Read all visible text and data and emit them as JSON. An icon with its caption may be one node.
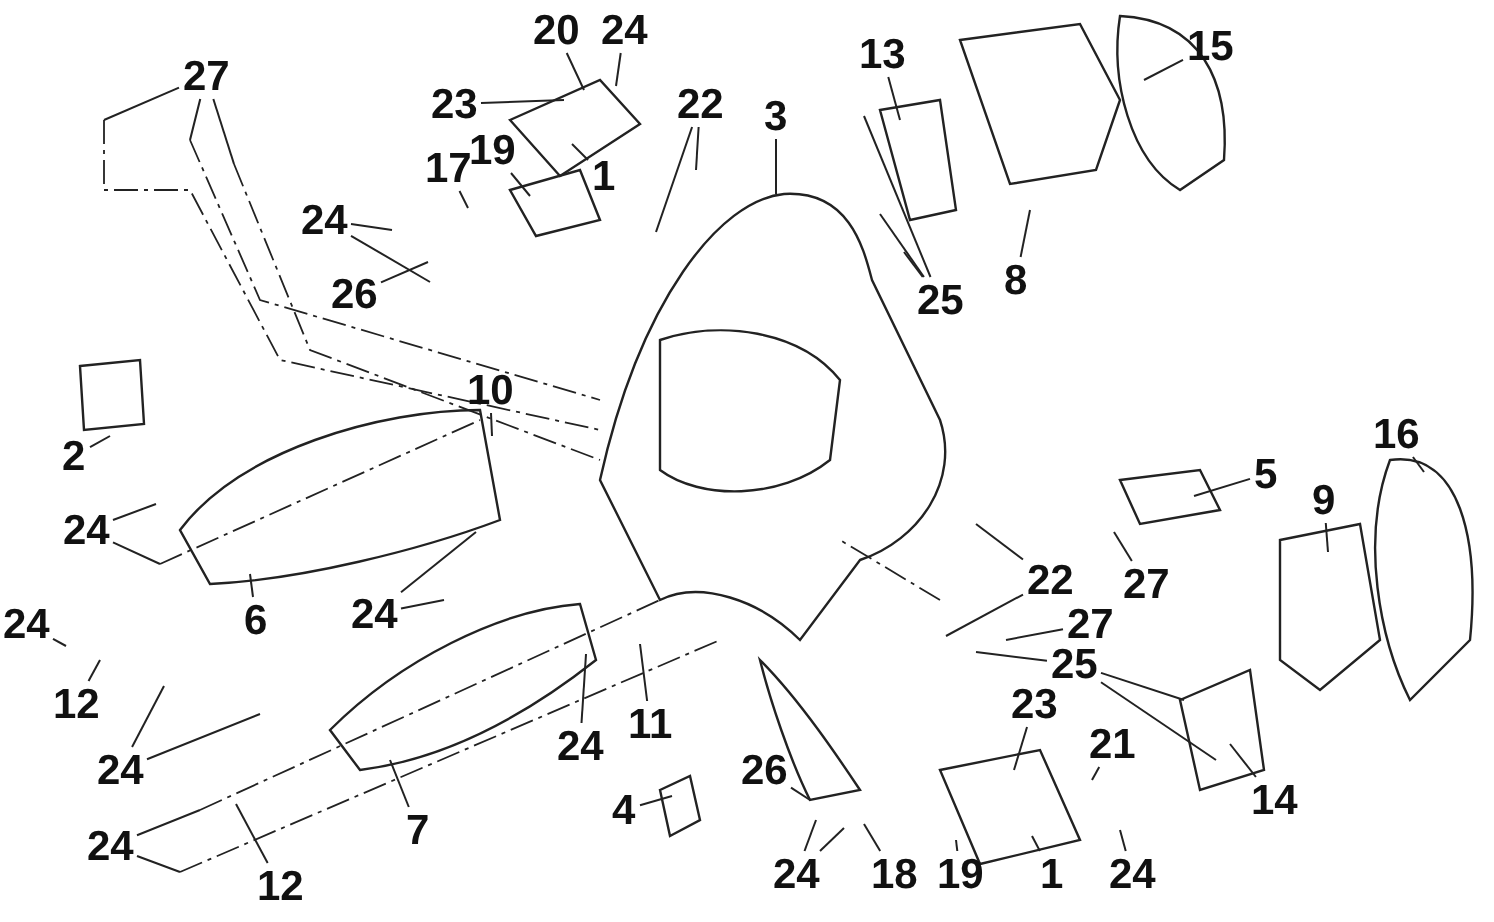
{
  "diagram": {
    "nodes": [
      {
        "text": [
          "20"
        ]
      },
      {
        "text": [
          "24"
        ]
      },
      {
        "text": [
          "27"
        ]
      },
      {
        "text": [
          "22"
        ]
      },
      {
        "text": [
          "23"
        ]
      },
      {
        "text": [
          "3"
        ]
      },
      {
        "text": [
          "13"
        ]
      },
      {
        "text": [
          "15"
        ]
      },
      {
        "text": [
          "19"
        ]
      },
      {
        "text": [
          "1"
        ]
      },
      {
        "text": [
          "17"
        ]
      },
      {
        "text": [
          "24"
        ]
      },
      {
        "text": [
          "26"
        ]
      },
      {
        "text": [
          "8"
        ]
      },
      {
        "text": [
          "25"
        ]
      },
      {
        "text": [
          "10"
        ]
      },
      {
        "text": [
          "2"
        ]
      },
      {
        "text": [
          "16"
        ]
      },
      {
        "text": [
          "5"
        ]
      },
      {
        "text": [
          "9"
        ]
      },
      {
        "text": [
          "24"
        ]
      },
      {
        "text": [
          "24"
        ]
      },
      {
        "text": [
          "6"
        ]
      },
      {
        "text": [
          "22"
        ]
      },
      {
        "text": [
          "27"
        ]
      },
      {
        "text": [
          "24"
        ]
      },
      {
        "text": [
          "27"
        ]
      },
      {
        "text": [
          "25"
        ]
      },
      {
        "text": [
          "12"
        ]
      },
      {
        "text": [
          "11"
        ]
      },
      {
        "text": [
          "23"
        ]
      },
      {
        "text": [
          "24"
        ]
      },
      {
        "text": [
          "21"
        ]
      },
      {
        "text": [
          "26"
        ]
      },
      {
        "text": [
          "24"
        ]
      },
      {
        "text": [
          "14"
        ]
      },
      {
        "text": [
          "4"
        ]
      },
      {
        "text": [
          "7"
        ]
      },
      {
        "text": [
          "24"
        ]
      },
      {
        "text": [
          "24"
        ]
      },
      {
        "text": [
          "18"
        ]
      },
      {
        "text": [
          "19"
        ]
      },
      {
        "text": [
          "1"
        ]
      },
      {
        "text": [
          "24"
        ]
      },
      {
        "text": [
          "12"
        ]
      }
    ],
    "edges": [
      {
        "from": 0,
        "to": null,
        "arrow": "none"
      },
      {
        "from": 1,
        "to": null,
        "arrow": "none"
      },
      {
        "from": 2,
        "to": null,
        "arrow": "none"
      },
      {
        "from": 2,
        "to": null,
        "arrow": "none"
      },
      {
        "from": 2,
        "to": null,
        "arrow": "none"
      },
      {
        "from": 3,
        "to": null,
        "arrow": "none"
      },
      {
        "from": 3,
        "to": null,
        "arrow": "none"
      },
      {
        "from": 4,
        "to": null,
        "arrow": "none"
      },
      {
        "from": 5,
        "to": null,
        "arrow": "none"
      },
      {
        "from": 6,
        "to": null,
        "arrow": "none"
      },
      {
        "from": 7,
        "to": null,
        "arrow": "none"
      },
      {
        "from": 8,
        "to": null,
        "arrow": "none"
      },
      {
        "from": 9,
        "to": null,
        "arrow": "none"
      },
      {
        "from": 10,
        "to": null,
        "arrow": "none"
      },
      {
        "from": 11,
        "to": null,
        "arrow": "none"
      },
      {
        "from": 11,
        "to": null,
        "arrow": "none"
      },
      {
        "from": 12,
        "to": null,
        "arrow": "none"
      },
      {
        "from": 13,
        "to": null,
        "arrow": "none"
      },
      {
        "from": 14,
        "to": null,
        "arrow": "none"
      },
      {
        "from": 14,
        "to": null,
        "arrow": "none"
      },
      {
        "from": 14,
        "to": null,
        "arrow": "none"
      },
      {
        "from": 15,
        "to": null,
        "arrow": "none"
      },
      {
        "from": 16,
        "to": null,
        "arrow": "none"
      },
      {
        "from": 17,
        "to": null,
        "arrow": "none"
      },
      {
        "from": 18,
        "to": null,
        "arrow": "none"
      },
      {
        "from": 19,
        "to": null,
        "arrow": "none"
      },
      {
        "from": 20,
        "to": null,
        "arrow": "none"
      },
      {
        "from": 20,
        "to": null,
        "arrow": "none"
      },
      {
        "from": 21,
        "to": null,
        "arrow": "none"
      },
      {
        "from": 21,
        "to": null,
        "arrow": "none"
      },
      {
        "from": 22,
        "to": null,
        "arrow": "none"
      },
      {
        "from": 23,
        "to": null,
        "arrow": "none"
      },
      {
        "from": 23,
        "to": null,
        "arrow": "none"
      },
      {
        "from": 24,
        "to": null,
        "arrow": "none"
      },
      {
        "from": 25,
        "to": null,
        "arrow": "none"
      },
      {
        "from": 26,
        "to": null,
        "arrow": "none"
      },
      {
        "from": 27,
        "to": null,
        "arrow": "none"
      },
      {
        "from": 27,
        "to": null,
        "arrow": "none"
      },
      {
        "from": 27,
        "to": null,
        "arrow": "none"
      },
      {
        "from": 28,
        "to": null,
        "arrow": "none"
      },
      {
        "from": 29,
        "to": null,
        "arrow": "none"
      },
      {
        "from": 30,
        "to": null,
        "arrow": "none"
      },
      {
        "from": 31,
        "to": null,
        "arrow": "none"
      },
      {
        "from": 32,
        "to": null,
        "arrow": "none"
      },
      {
        "from": 33,
        "to": null,
        "arrow": "none"
      },
      {
        "from": 34,
        "to": null,
        "arrow": "none"
      },
      {
        "from": 34,
        "to": null,
        "arrow": "none"
      },
      {
        "from": 35,
        "to": null,
        "arrow": "none"
      },
      {
        "from": 36,
        "to": null,
        "arrow": "none"
      },
      {
        "from": 37,
        "to": null,
        "arrow": "none"
      },
      {
        "from": 38,
        "to": null,
        "arrow": "none"
      },
      {
        "from": 38,
        "to": null,
        "arrow": "none"
      },
      {
        "from": 39,
        "to": null,
        "arrow": "none"
      },
      {
        "from": 39,
        "to": null,
        "arrow": "none"
      },
      {
        "from": 40,
        "to": null,
        "arrow": "none"
      },
      {
        "from": 41,
        "to": null,
        "arrow": "none"
      },
      {
        "from": 42,
        "to": null,
        "arrow": "none"
      },
      {
        "from": 43,
        "to": null,
        "arrow": "none"
      },
      {
        "from": 44,
        "to": null,
        "arrow": "none"
      }
    ]
  }
}
